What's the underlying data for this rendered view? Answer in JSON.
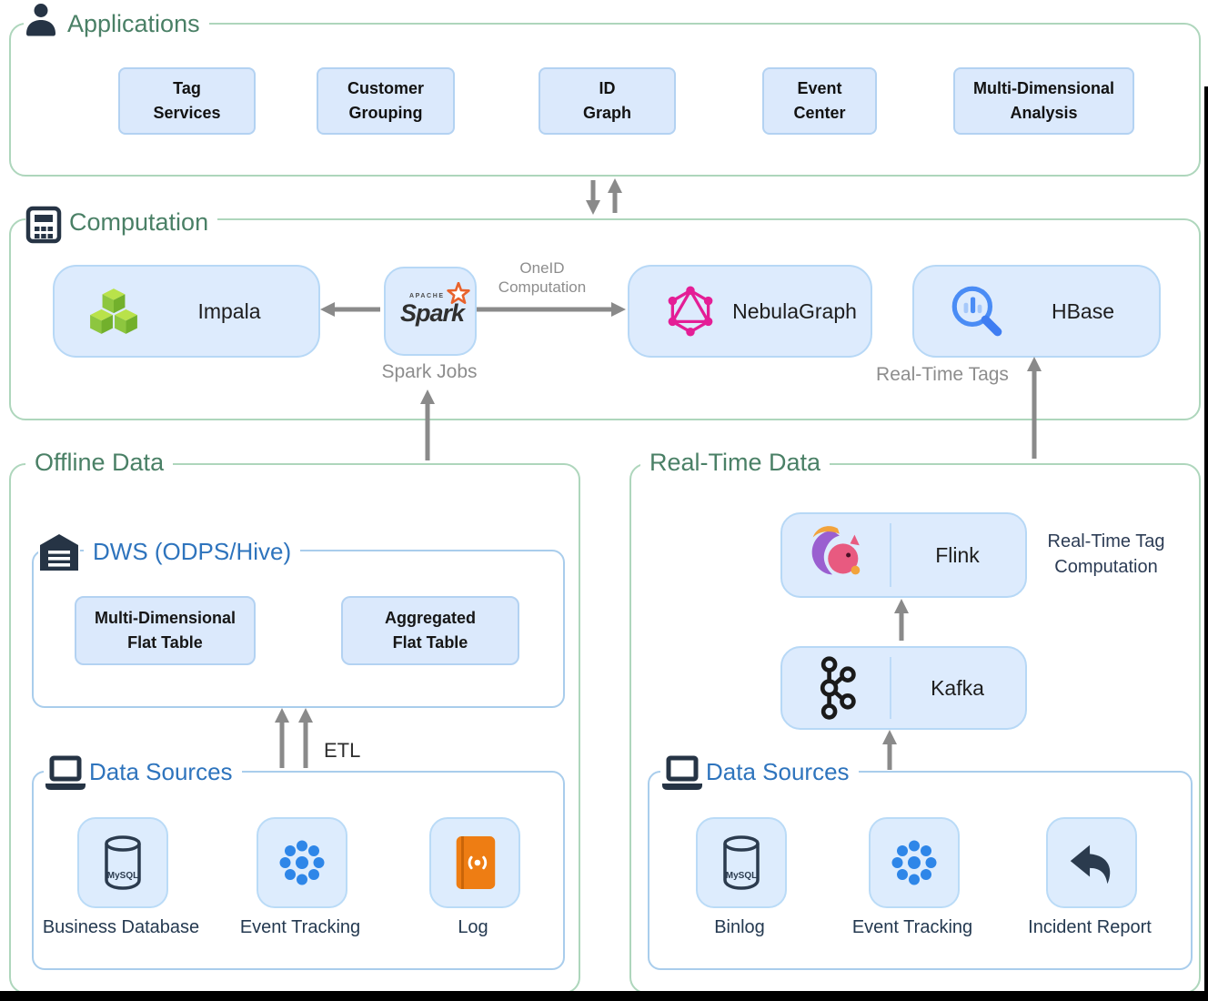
{
  "palette": {
    "section_border": "#aed6bc",
    "section_title_green": "#4a8066",
    "sub_border_blue": "#a9cdec",
    "sub_title_blue": "#2e74bd",
    "box_fill": "#dbe9fc",
    "box_border": "#b3d2f2",
    "arrow_gray": "#8a8a8a",
    "dark_navy": "#263445",
    "nebula_pink": "#e41e96",
    "spark_star_orange": "#e8622c",
    "impala_green": "#8dc63f",
    "log_orange": "#ee7d13",
    "event_dot_blue": "#2e86e8",
    "hbase_blue": "#4a8cf5"
  },
  "applications": {
    "title": "Applications",
    "items": [
      "Tag\nServices",
      "Customer\nGrouping",
      "ID\nGraph",
      "Event\nCenter",
      "Multi-Dimensional\nAnalysis"
    ]
  },
  "computation": {
    "title": "Computation",
    "impala_label": "Impala",
    "spark": {
      "apache": "APACHE",
      "name": "Spark"
    },
    "nebula_label": "NebulaGraph",
    "hbase_label": "HBase",
    "oneid_label": "OneID\nComputation",
    "spark_jobs_label": "Spark Jobs",
    "realtime_tags_label": "Real-Time Tags"
  },
  "offline": {
    "title": "Offline Data",
    "dws": {
      "title": "DWS (ODPS/Hive)",
      "tables": [
        "Multi-Dimensional\nFlat Table",
        "Aggregated\nFlat Table"
      ]
    },
    "etl_label": "ETL",
    "data_sources": {
      "title": "Data Sources",
      "items": [
        {
          "label": "Business Database",
          "icon_text": "MySQL"
        },
        {
          "label": "Event Tracking"
        },
        {
          "label": "Log"
        }
      ]
    }
  },
  "realtime": {
    "title": "Real-Time Data",
    "flink_label": "Flink",
    "flink_note": "Real-Time Tag\nComputation",
    "kafka_label": "Kafka",
    "data_sources": {
      "title": "Data Sources",
      "items": [
        {
          "label": "Binlog",
          "icon_text": "MySQL"
        },
        {
          "label": "Event Tracking"
        },
        {
          "label": "Incident Report"
        }
      ]
    }
  }
}
